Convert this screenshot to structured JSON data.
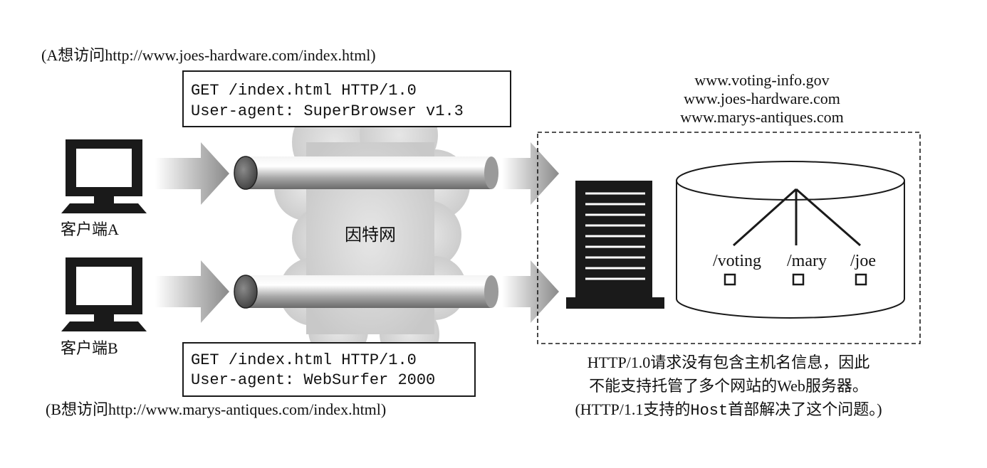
{
  "client_a": {
    "caption": "(A想访问http://www.joes-hardware.com/index.html)",
    "label": "客户端A",
    "request_line": "GET /index.html HTTP/1.0",
    "user_agent_line": "User-agent: SuperBrowser v1.3"
  },
  "client_b": {
    "caption": "(B想访问http://www.marys-antiques.com/index.html)",
    "label": "客户端B",
    "request_line": "GET /index.html HTTP/1.0",
    "user_agent_line": "User-agent: WebSurfer 2000"
  },
  "internet_label": "因特网",
  "hosts": [
    "www.voting-info.gov",
    "www.joes-hardware.com",
    "www.marys-antiques.com"
  ],
  "folders": [
    "/voting",
    "/mary",
    "/joe"
  ],
  "note": {
    "line1": "HTTP/1.0请求没有包含主机名信息，因此",
    "line2": "不能支持托管了多个网站的Web服务器。",
    "line3_prefix": "(HTTP/1.1支持的",
    "line3_code": "Host",
    "line3_suffix": "首部解决了这个问题。)"
  },
  "colors": {
    "ink": "#1a1a1a",
    "arrow": "#8c8c8c",
    "cloud": "#d6d6d6"
  }
}
